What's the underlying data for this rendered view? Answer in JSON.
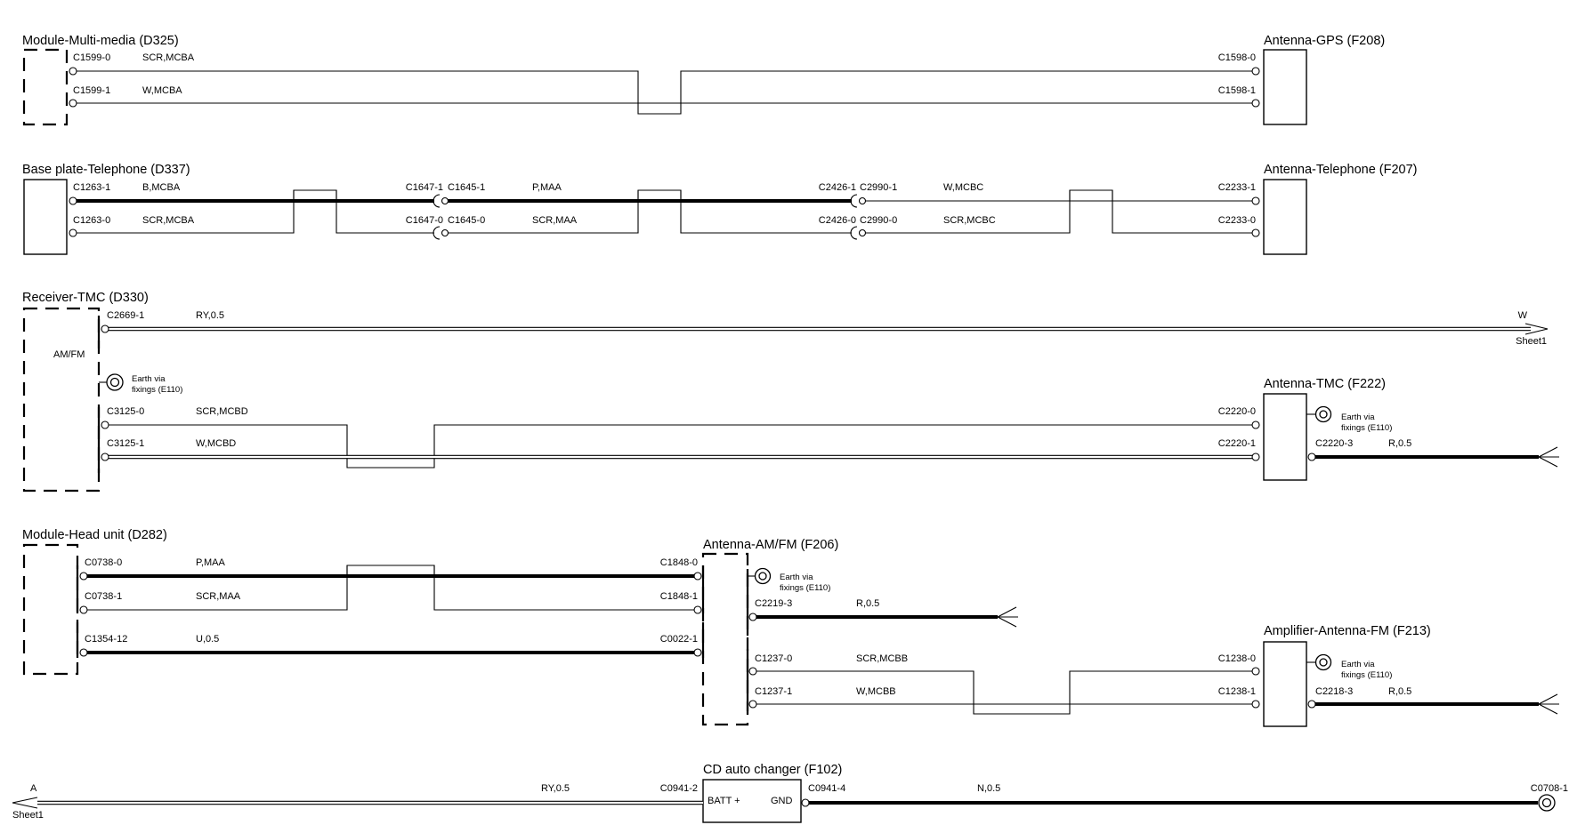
{
  "components": {
    "d325": {
      "title": "Module-Multi-media (D325)"
    },
    "f208": {
      "title": "Antenna-GPS (F208)"
    },
    "d337": {
      "title": "Base plate-Telephone (D337)"
    },
    "f207": {
      "title": "Antenna-Telephone (F207)"
    },
    "d330": {
      "title": "Receiver-TMC (D330)",
      "inner_label": "AM/FM"
    },
    "f222": {
      "title": "Antenna-TMC (F222)"
    },
    "d282": {
      "title": "Module-Head unit (D282)"
    },
    "f206": {
      "title": "Antenna-AM/FM (F206)"
    },
    "f213": {
      "title": "Amplifier-Antenna-FM (F213)"
    },
    "f102": {
      "title": "CD auto changer (F102)",
      "pin_batt": "BATT +",
      "pin_gnd": "GND"
    }
  },
  "connectors": {
    "c1599_0": "C1599-0",
    "c1599_1": "C1599-1",
    "c1598_0": "C1598-0",
    "c1598_1": "C1598-1",
    "c1263_1": "C1263-1",
    "c1263_0": "C1263-0",
    "c1647_1": "C1647-1",
    "c1645_1": "C1645-1",
    "c1647_0": "C1647-0",
    "c1645_0": "C1645-0",
    "c2426_1": "C2426-1",
    "c2990_1": "C2990-1",
    "c2426_0": "C2426-0",
    "c2990_0": "C2990-0",
    "c2233_1": "C2233-1",
    "c2233_0": "C2233-0",
    "c2669_1": "C2669-1",
    "c3125_0": "C3125-0",
    "c3125_1": "C3125-1",
    "c2220_0": "C2220-0",
    "c2220_1": "C2220-1",
    "c2220_3": "C2220-3",
    "c0738_0": "C0738-0",
    "c0738_1": "C0738-1",
    "c1354_12": "C1354-12",
    "c1848_0": "C1848-0",
    "c1848_1": "C1848-1",
    "c0022_1": "C0022-1",
    "c2219_3": "C2219-3",
    "c1237_0": "C1237-0",
    "c1237_1": "C1237-1",
    "c1238_0": "C1238-0",
    "c1238_1": "C1238-1",
    "c2218_3": "C2218-3",
    "c0941_2": "C0941-2",
    "c0941_4": "C0941-4",
    "c0708_1": "C0708-1"
  },
  "wires": {
    "scr_mcba": "SCR,MCBA",
    "w_mcba": "W,MCBA",
    "b_mcba": "B,MCBA",
    "p_maa_tel": "P,MAA",
    "scr_maa_tel": "SCR,MAA",
    "w_mcbc": "W,MCBC",
    "scr_mcbc": "SCR,MCBC",
    "ry_05_tmc": "RY,0.5",
    "scr_mcbd": "SCR,MCBD",
    "w_mcbd": "W,MCBD",
    "r_05_tmc": "R,0.5",
    "p_maa_hu": "P,MAA",
    "scr_maa_hu": "SCR,MAA",
    "u_05": "U,0.5",
    "r_05_amfm": "R,0.5",
    "scr_mcbb": "SCR,MCBB",
    "w_mcbb": "W,MCBB",
    "r_05_amp": "R,0.5",
    "ry_05_cd": "RY,0.5",
    "n_05": "N,0.5"
  },
  "earth": {
    "line1": "Earth via",
    "line2": "fixings (E110)"
  },
  "sheet_refs": {
    "w": {
      "letter": "W",
      "sheet": "Sheet1"
    },
    "a": {
      "letter": "A",
      "sheet": "Sheet1"
    }
  }
}
